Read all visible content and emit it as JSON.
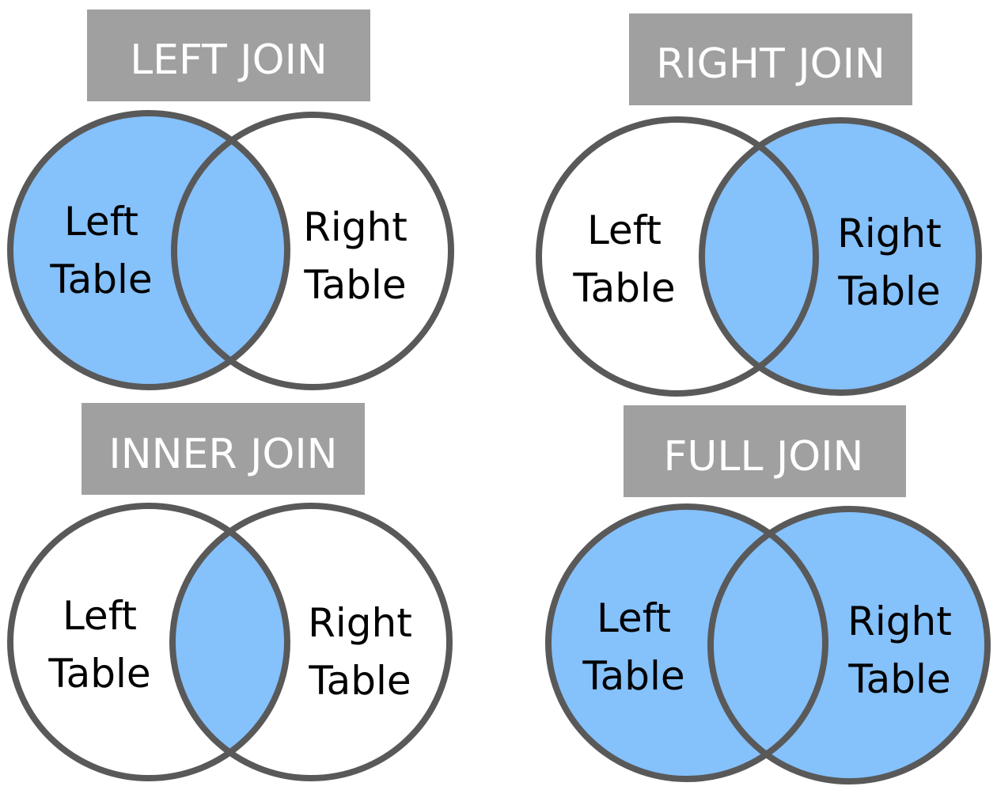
{
  "colors": {
    "highlight": "#85c1fb",
    "outline": "#595959",
    "label_bg": "#a0a0a0",
    "label_text": "#ffffff"
  },
  "circle_text": {
    "left_line1": "Left",
    "left_line2": "Table",
    "right_line1": "Right",
    "right_line2": "Table"
  },
  "diagrams": [
    {
      "title": "LEFT JOIN",
      "left_only": true,
      "intersection": true,
      "right_only": false
    },
    {
      "title": "RIGHT JOIN",
      "left_only": false,
      "intersection": true,
      "right_only": true
    },
    {
      "title": "INNER JOIN",
      "left_only": false,
      "intersection": true,
      "right_only": false
    },
    {
      "title": "FULL JOIN",
      "left_only": true,
      "intersection": true,
      "right_only": true
    }
  ]
}
